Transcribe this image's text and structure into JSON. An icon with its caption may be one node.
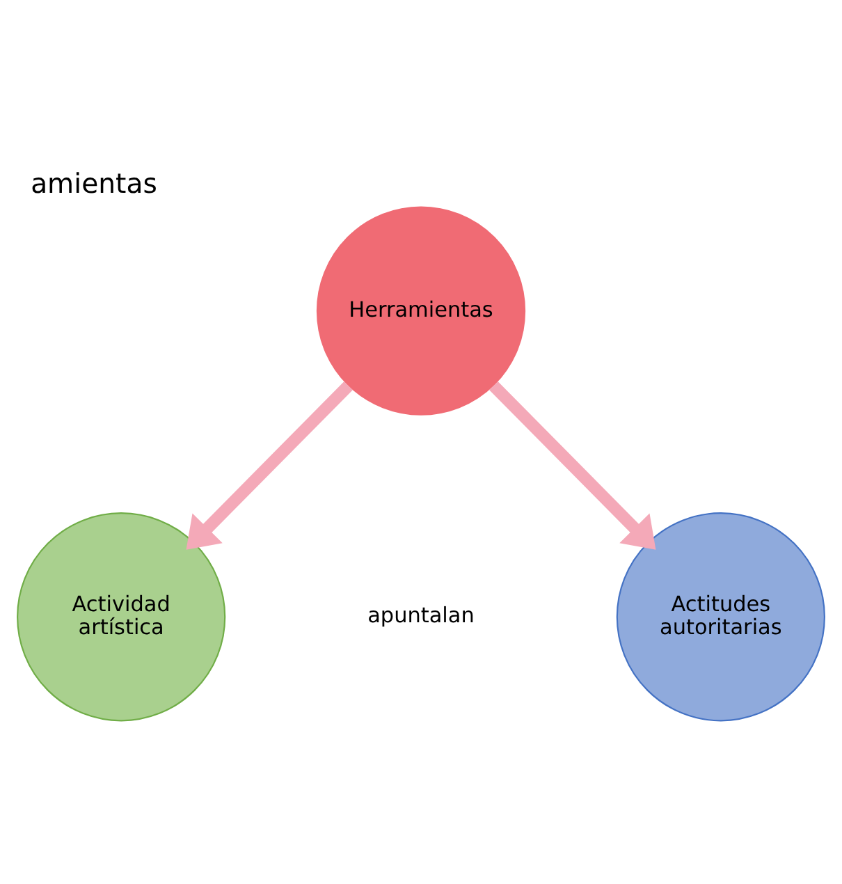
{
  "diagram": {
    "title": "amientas",
    "nodes": [
      {
        "text": [
          "Herramientas"
        ]
      },
      {
        "text": [
          "Actividad artística"
        ]
      },
      {
        "text": [
          "Actitudes autoritarias"
        ]
      }
    ],
    "edges": [
      {
        "from": 0,
        "to": 1,
        "arrow": "to"
      },
      {
        "from": 0,
        "to": 2,
        "arrow": "to"
      }
    ],
    "labels": [
      "apuntalan"
    ]
  }
}
